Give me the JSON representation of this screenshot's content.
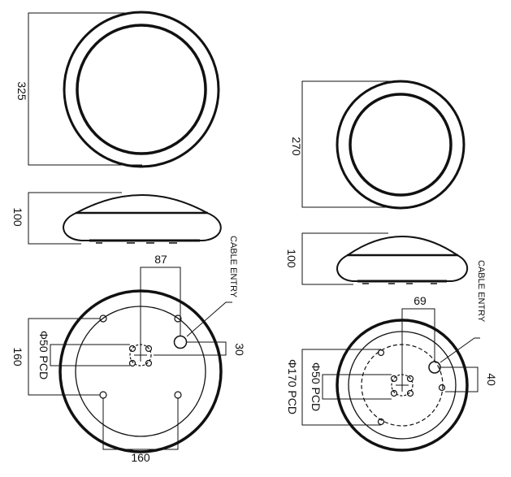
{
  "colors": {
    "ink": "#111111",
    "paper": "#ffffff",
    "fill_grey": "#bdbdbd"
  },
  "left_unit": {
    "top_view": {
      "dimension": "325"
    },
    "side_view": {
      "dimension": "100"
    },
    "base_view": {
      "cable_entry_label": "CABLE ENTRY",
      "dim_top": "87",
      "dim_side_right": "30",
      "dim_left_height": "160",
      "pcd_label": "Φ50 PCD",
      "dim_bottom": "160"
    }
  },
  "right_unit": {
    "top_view": {
      "dimension": "270"
    },
    "side_view": {
      "dimension": "100"
    },
    "base_view": {
      "cable_entry_label": "CABLE ENTRY",
      "dim_top": "69",
      "dim_side_right": "40",
      "outer_pcd_label": "Φ170 PCD",
      "inner_pcd_label": "Φ50 PCD"
    }
  }
}
